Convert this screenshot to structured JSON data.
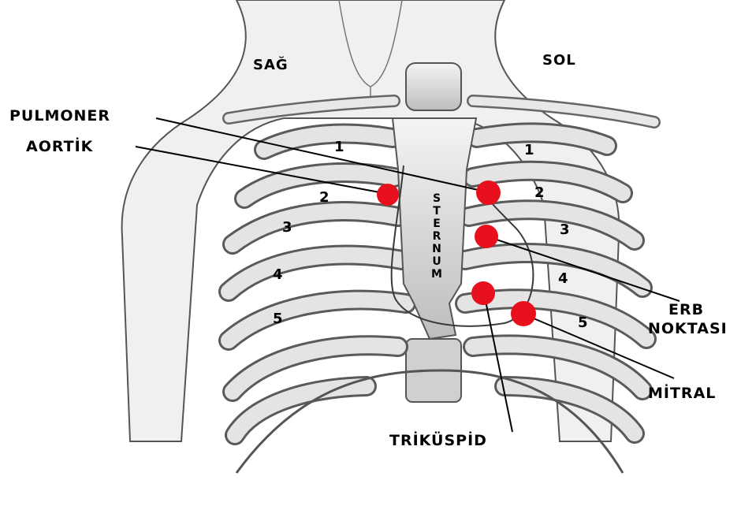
{
  "side_labels": {
    "right": "SAĞ",
    "left": "SOL"
  },
  "points": {
    "pulmoner": "PULMONER",
    "aortik": "AORTİK",
    "erb_line1": "ERB",
    "erb_line2": "NOKTASI",
    "mitral": "MİTRAL",
    "trikuspid": "TRİKÜSPİD"
  },
  "sternum": "STERNUM",
  "rib_numbers": {
    "right": [
      "1",
      "2",
      "3",
      "4",
      "5"
    ],
    "left": [
      "1",
      "2",
      "3",
      "4",
      "5"
    ]
  },
  "colors": {
    "dot": "#e8101c",
    "line": "#000000",
    "bone": "#e6e6e6",
    "shade": "#8a8a8a"
  }
}
